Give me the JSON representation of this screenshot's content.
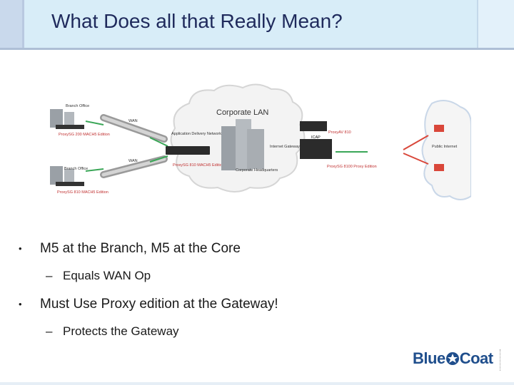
{
  "slide": {
    "title": "What Does all that Really Mean?"
  },
  "diagram": {
    "cloud_label": "Corporate LAN",
    "branch_office_1": "Branch Office",
    "branch_device_1": "ProxySG 200 MACH5 Edition",
    "wan_1": "WAN",
    "branch_office_2": "Branch Office",
    "branch_device_2": "ProxySG 810 MACH5 Edition",
    "wan_2": "WAN",
    "concentrator": "Application Delivery Network Concentrator",
    "concentrator_device": "ProxySG 810 MACH5 Edition",
    "internet_gateway": "Internet Gateway",
    "corporate_hq": "Corporate Headquarters",
    "icap": "ICAP",
    "gateway_device_top": "ProxyAV 810",
    "gateway_device_bottom": "ProxySG 8100 Proxy Edition",
    "public_internet": "Public Internet"
  },
  "bullets": [
    {
      "text": "M5 at the Branch, M5 at the Core",
      "sub": [
        {
          "text": "Equals WAN Op"
        }
      ]
    },
    {
      "text": "Must Use Proxy edition at the Gateway!",
      "sub": [
        {
          "text": "Protects the Gateway"
        }
      ]
    }
  ],
  "markers": {
    "bullet": "•",
    "dash": "–"
  },
  "logo": {
    "left": "Blue",
    "right": "Coat"
  },
  "colors": {
    "title": "#1f2a5c",
    "header_bg": "#d8edf8",
    "logo": "#1f4e8c",
    "arrow_green": "#3aa657",
    "arrow_red": "#d9473a"
  }
}
